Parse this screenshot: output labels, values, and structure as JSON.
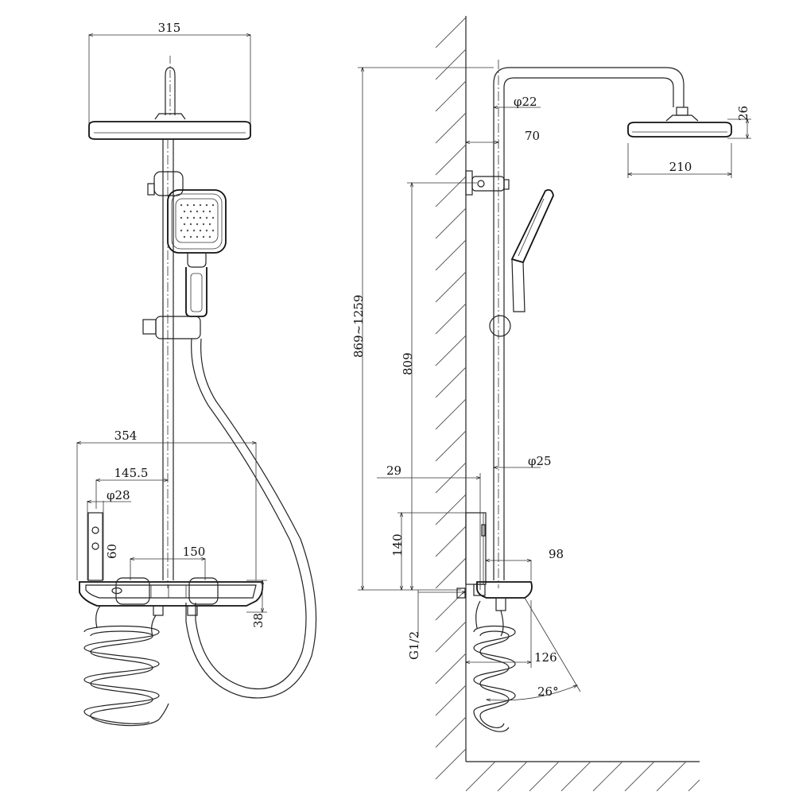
{
  "front_view": {
    "dim_head_width": "315",
    "dim_shelf_width": "354",
    "dim_valve_offset": "145.5",
    "dim_inlet_dia": "φ28",
    "dim_inlet_height": "60",
    "dim_control_width": "150",
    "dim_shelf_thickness": "38"
  },
  "side_view": {
    "dim_pipe_top_dia": "φ22",
    "dim_head_height": "26",
    "dim_wall_offset": "70",
    "dim_head_dia": "210",
    "dim_total_height": "869~1259",
    "dim_riser_height": "809",
    "dim_pipe_dia": "φ25",
    "dim_body_depth": "29",
    "dim_body_height": "140",
    "dim_shelf_depth": "98",
    "dim_thread": "G1/2",
    "dim_spout_reach": "126",
    "dim_angle": "26°"
  }
}
